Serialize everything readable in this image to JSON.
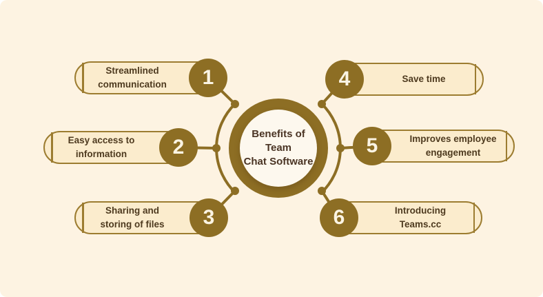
{
  "title": "Benefits of Team Chat Software infographic",
  "colors": {
    "background": "#fdf3e2",
    "gold_solid": "#8d6e24",
    "pill_border": "#9c7c30",
    "pill_fill": "#fbeccd",
    "label_text": "#4e3a1f",
    "center_text": "#4a3424",
    "number_text": "#fbf4e3",
    "center_inner_fill": "#fdf8ee"
  },
  "center": {
    "text": "Benefits of\nTeam\nChat Software"
  },
  "items": [
    {
      "number": "1",
      "label": "Streamlined\ncommunication",
      "side": "left"
    },
    {
      "number": "2",
      "label": "Easy access to\ninformation",
      "side": "left"
    },
    {
      "number": "3",
      "label": "Sharing and\nstoring of files",
      "side": "left"
    },
    {
      "number": "4",
      "label": "Save time",
      "side": "right"
    },
    {
      "number": "5",
      "label": "Improves employee\nengagement",
      "side": "right"
    },
    {
      "number": "6",
      "label": "Introducing\nTeams.cc",
      "side": "right"
    }
  ]
}
